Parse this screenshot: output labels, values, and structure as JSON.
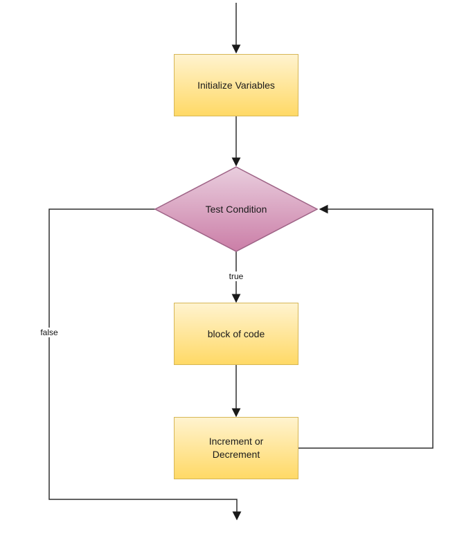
{
  "nodes": {
    "initialize": {
      "label": "Initialize Variables",
      "type": "process"
    },
    "test_condition": {
      "label": "Test Condition",
      "type": "decision"
    },
    "block_of_code": {
      "label": "block of code",
      "type": "process"
    },
    "increment_decrement": {
      "label": "Increment or Decrement",
      "type": "process"
    }
  },
  "edge_labels": {
    "true_branch": "true",
    "false_branch": "false"
  },
  "colors": {
    "process_fill_top": "#fff3cf",
    "process_fill_bottom": "#ffd966",
    "process_border": "#d6b656",
    "decision_fill_top": "#e9cede",
    "decision_fill_bottom": "#cb7ea7",
    "decision_border": "#9e6386",
    "connector": "#2e2e2e",
    "background": "#ffffff",
    "text": "#1a1a1a"
  }
}
